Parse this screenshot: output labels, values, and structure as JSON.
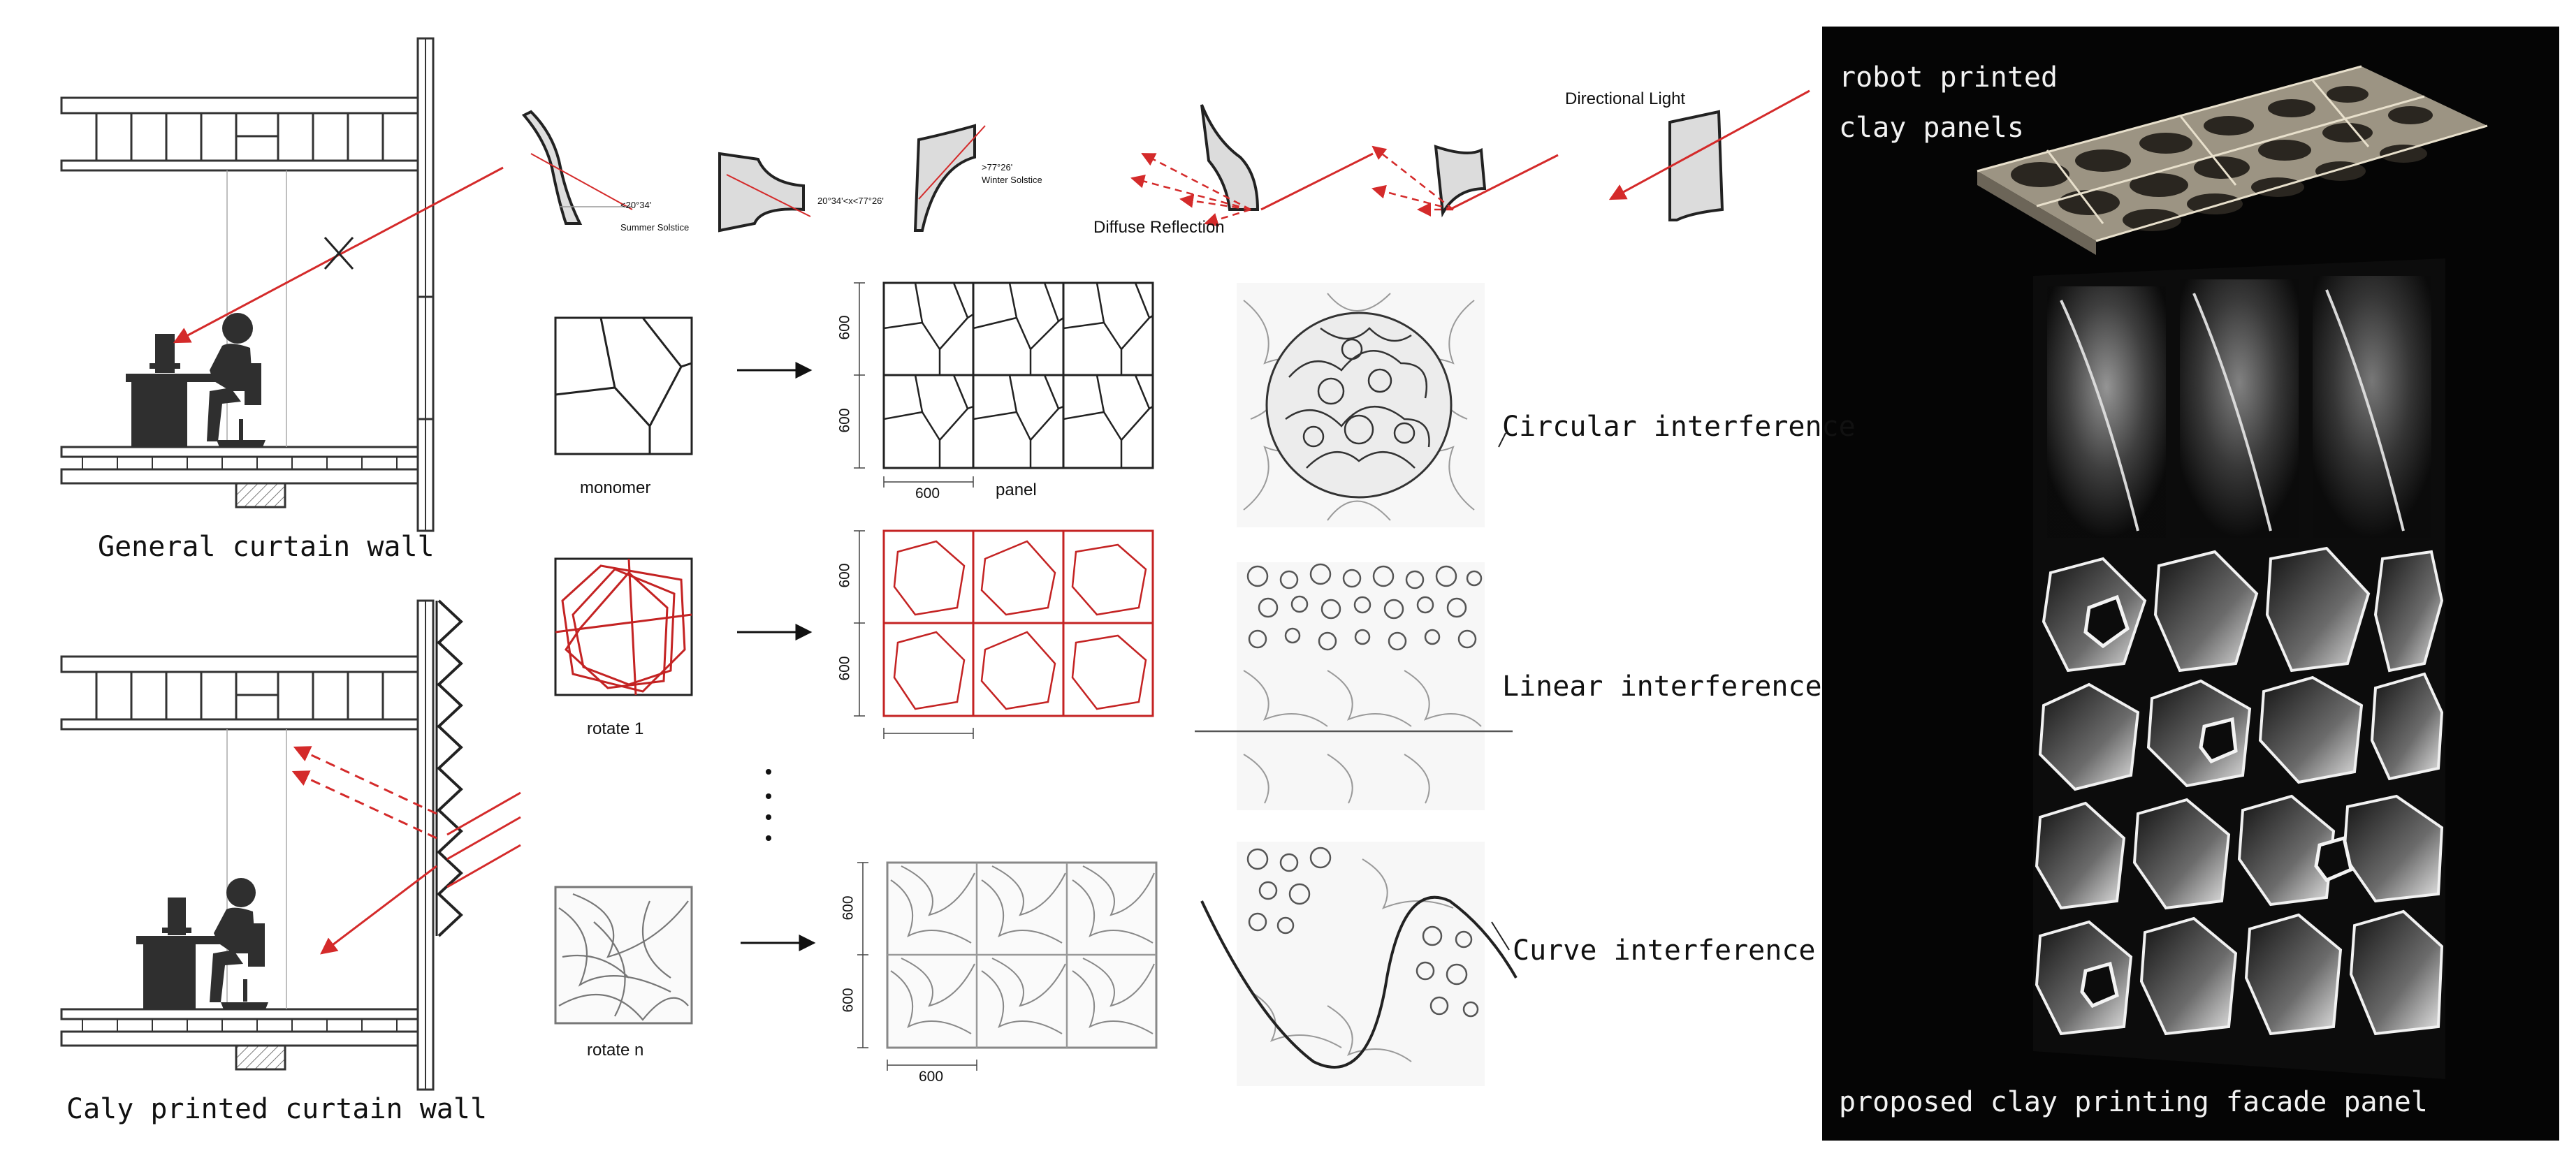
{
  "sections": {
    "general_wall": {
      "label": "General curtain wall"
    },
    "printed_wall": {
      "label": "Caly printed curtain wall"
    }
  },
  "light_study": {
    "summer": {
      "angle": "<20°34'",
      "label": "Summer Solstice"
    },
    "mid": {
      "angle": "20°34'<x<77°26'"
    },
    "winter": {
      "angle": ">77°26'",
      "label": "Winter Solstice"
    },
    "diffuse": "Diffuse Reflection",
    "directional": "Directional Light"
  },
  "steps": {
    "monomer": "monomer",
    "rotate1": "rotate 1",
    "rotaten": "rotate n",
    "panel": "panel",
    "dim": "600"
  },
  "interference": {
    "circular": "Circular interference",
    "linear": "Linear interference",
    "curve": "Curve interference"
  },
  "photo": {
    "top_line1": "robot printed",
    "top_line2": "clay panels",
    "bottom": "proposed clay printing facade panel"
  },
  "colors": {
    "accent": "#d42a2a",
    "ink": "#222222",
    "photo_bg": "#050505"
  }
}
